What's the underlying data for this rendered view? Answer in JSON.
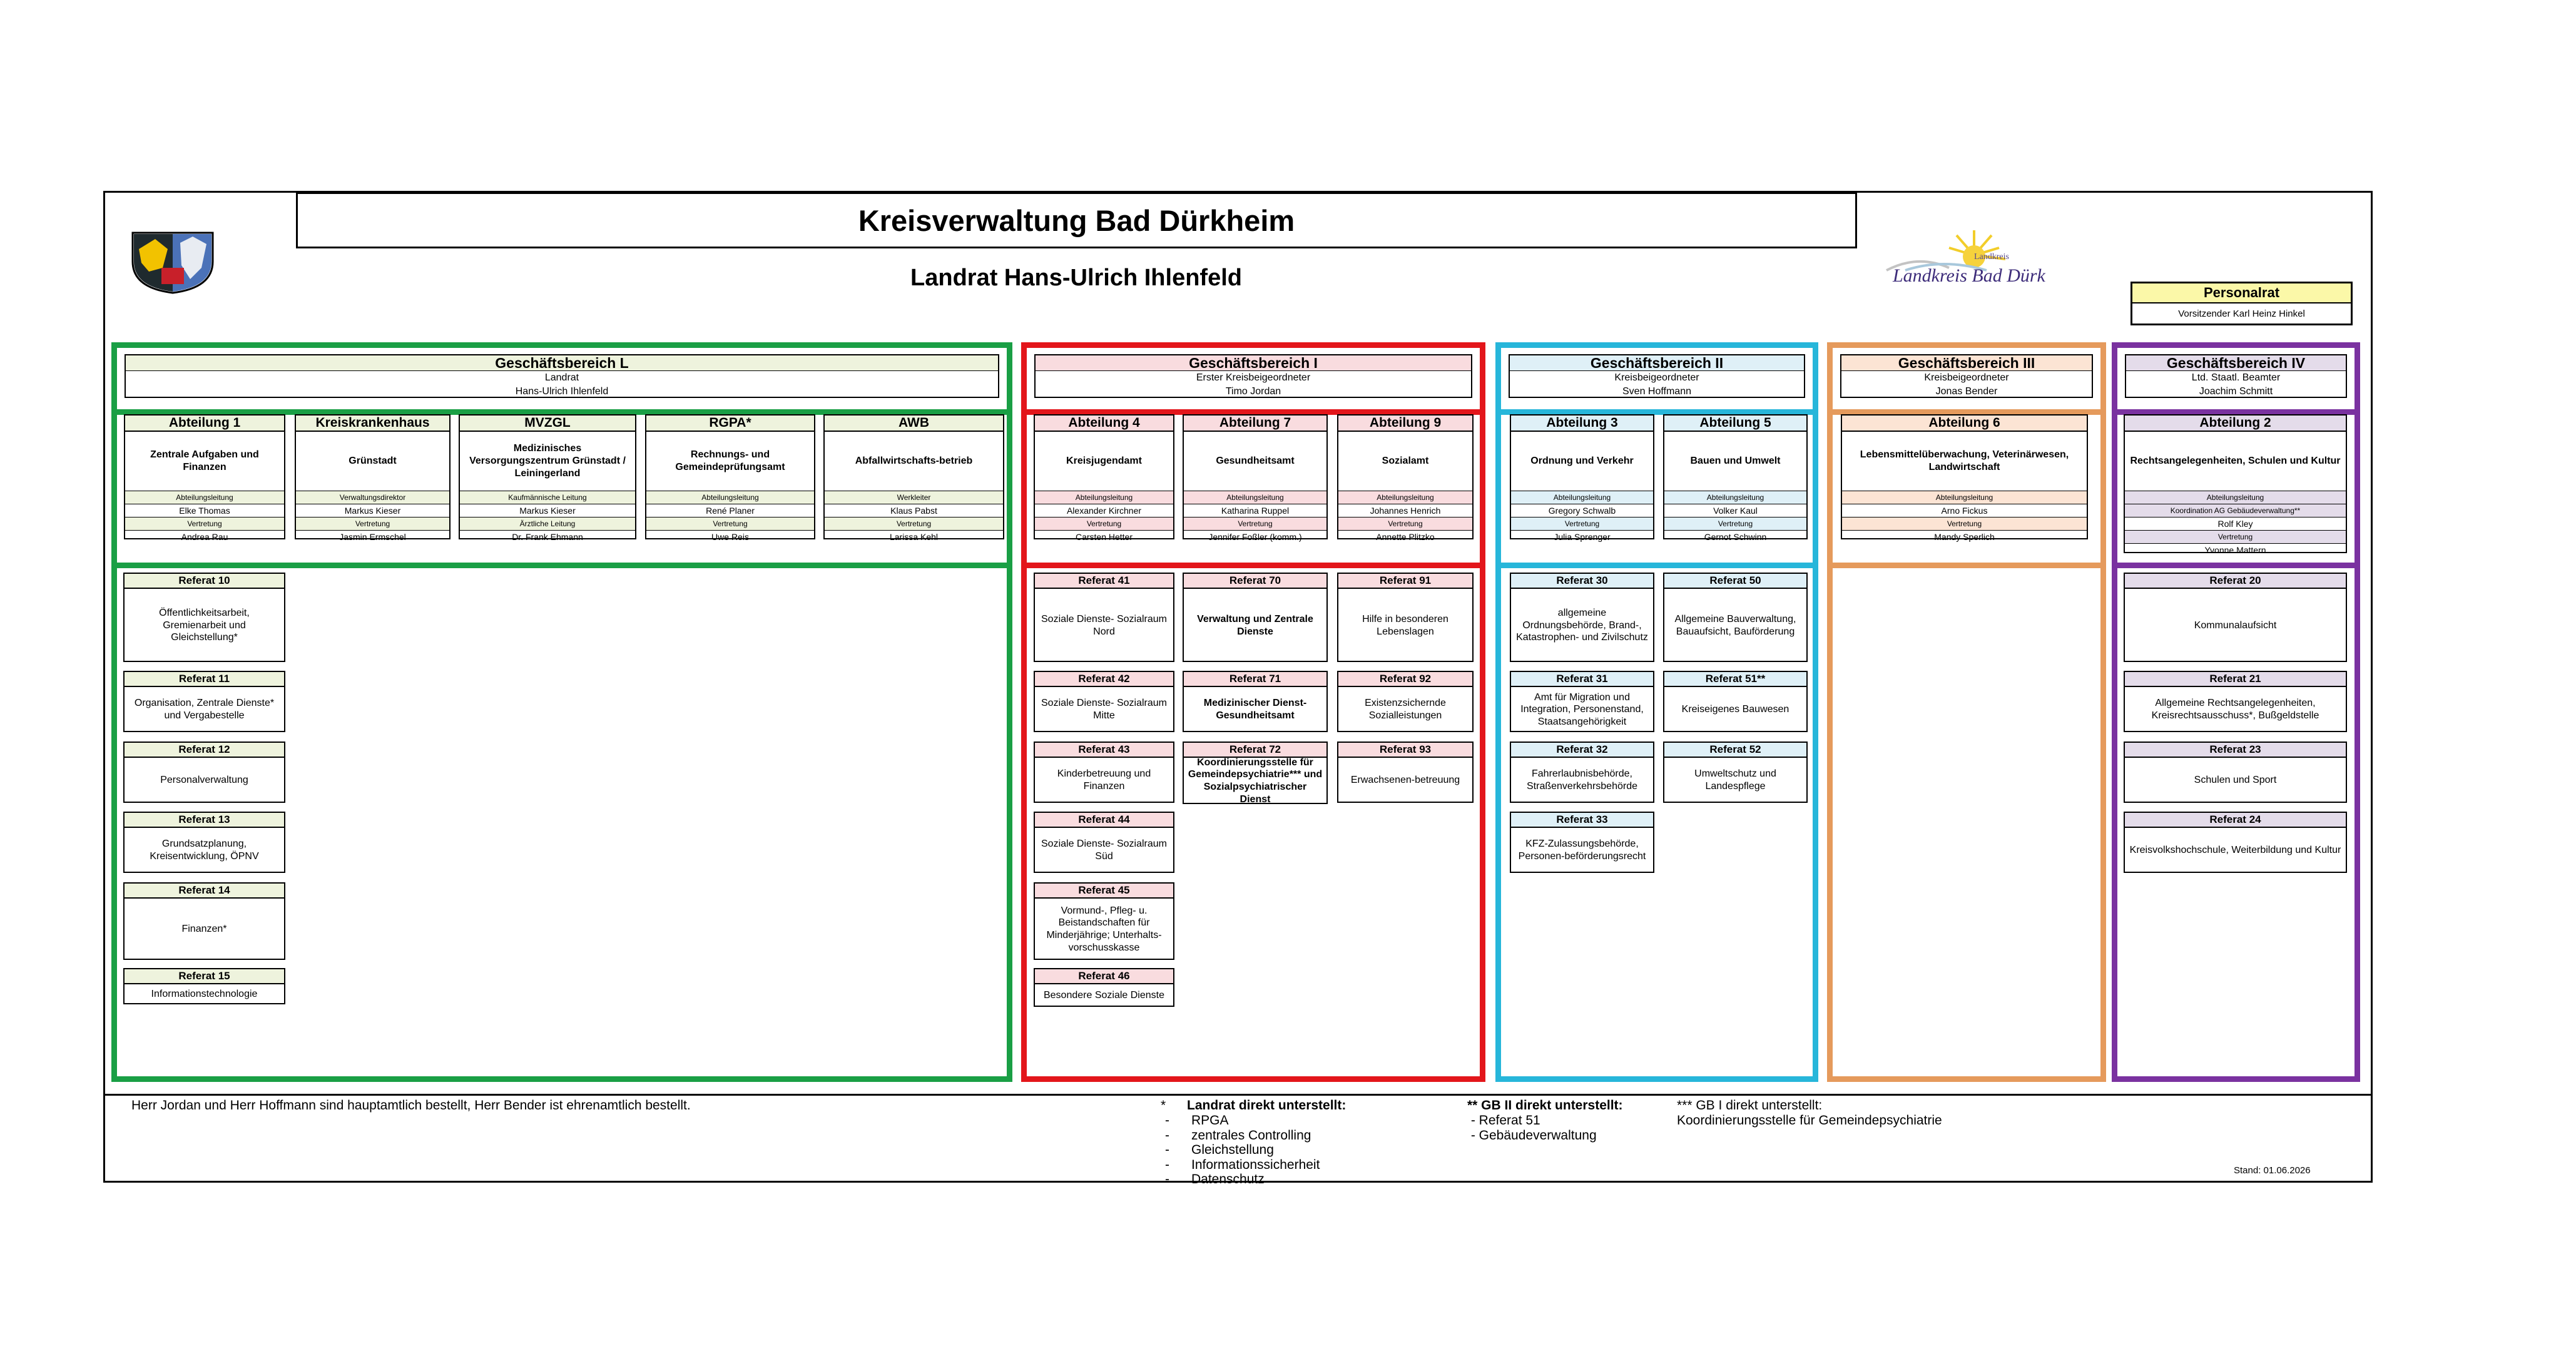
{
  "title": "Kreisverwaltung Bad Dürkheim",
  "subtitle": "Landrat Hans-Ulrich Ihlenfeld",
  "logo_text": "Landkreis Bad Dürkheim",
  "personalrat": {
    "title": "Personalrat",
    "name": "Vorsitzender Karl Heinz Hinkel"
  },
  "colors": {
    "L": "#1a9f45",
    "I": "#e3161b",
    "II": "#27b6da",
    "III": "#e59a5c",
    "IV": "#7a32a0",
    "L_fill": "#eef3dd",
    "I_fill": "#f9dcdf",
    "II_fill": "#dff0f7",
    "III_fill": "#fce4d4",
    "IV_fill": "#e4dcea"
  },
  "gb": [
    {
      "key": "L",
      "title": "Geschäftsbereich L",
      "line1": "Landrat",
      "line2": "Hans-Ulrich Ihlenfeld"
    },
    {
      "key": "I",
      "title": "Geschäftsbereich I",
      "line1": "Erster Kreisbeigeordneter",
      "line2": "Timo Jordan"
    },
    {
      "key": "II",
      "title": "Geschäftsbereich II",
      "line1": "Kreisbeigeordneter",
      "line2": "Sven Hoffmann"
    },
    {
      "key": "III",
      "title": "Geschäftsbereich III",
      "line1": "Kreisbeigeordneter",
      "line2": "Jonas Bender"
    },
    {
      "key": "IV",
      "title": "Geschäftsbereich IV",
      "line1": "Ltd. Staatl. Beamter",
      "line2": "Joachim Schmitt"
    }
  ],
  "abteilungen": [
    {
      "title": "Abteilung 1",
      "name": "Zentrale Aufgaben  und Finanzen",
      "lead_label": "Abteilungsleitung",
      "lead": "Elke Thomas",
      "dep_label": "Vertretung",
      "dep": "Andrea Rau"
    },
    {
      "title": "Kreiskrankenhaus",
      "name": "Grünstadt",
      "lead_label": "Verwaltungsdirektor",
      "lead": "Markus Kieser",
      "dep_label": "Vertretung",
      "dep": "Jasmin Ermschel"
    },
    {
      "title": "MVZGL",
      "name": "Medizinisches Versorgungszentrum Grünstadt / Leiningerland",
      "lead_label": "Kaufmännische Leitung",
      "lead": "Markus Kieser",
      "dep_label": "Ärztliche Leitung",
      "dep": "Dr. Frank Ehmann"
    },
    {
      "title": "RGPA*",
      "name": "Rechnungs- und Gemeindeprüfungsamt",
      "lead_label": "Abteilungsleitung",
      "lead": "René Planer",
      "dep_label": "Vertretung",
      "dep": "Uwe Reis"
    },
    {
      "title": "AWB",
      "name": "Abfallwirtschafts-betrieb",
      "lead_label": "Werkleiter",
      "lead": "Klaus Pabst",
      "dep_label": "Vertretung",
      "dep": "Larissa Kehl"
    },
    {
      "title": "Abteilung 4",
      "name": "Kreisjugendamt",
      "lead_label": "Abteilungsleitung",
      "lead": "Alexander Kirchner",
      "dep_label": "Vertretung",
      "dep": "Carsten Hetter"
    },
    {
      "title": "Abteilung 7",
      "name": "Gesundheitsamt",
      "lead_label": "Abteilungsleitung",
      "lead": "Katharina Ruppel",
      "dep_label": "Vertretung",
      "dep": "Jennifer Foßler (komm.)"
    },
    {
      "title": "Abteilung 9",
      "name": "Sozialamt",
      "lead_label": "Abteilungsleitung",
      "lead": "Johannes Henrich",
      "dep_label": "Vertretung",
      "dep": "Annette Plitzko"
    },
    {
      "title": "Abteilung 3",
      "name": "Ordnung und Verkehr",
      "lead_label": "Abteilungsleitung",
      "lead": "Gregory Schwalb",
      "dep_label": "Vertretung",
      "dep": "Julia Sprenger"
    },
    {
      "title": "Abteilung 5",
      "name": "Bauen und Umwelt",
      "lead_label": "Abteilungsleitung",
      "lead": "Volker Kaul",
      "dep_label": "Vertretung",
      "dep": "Gernot Schwinn"
    },
    {
      "title": "Abteilung 6",
      "name": "Lebensmittelüberwachung, Veterinärwesen, Landwirtschaft",
      "lead_label": "Abteilungsleitung",
      "lead": "Arno Fickus",
      "dep_label": "Vertretung",
      "dep": "Mandy Sperlich"
    },
    {
      "title": "Abteilung 2",
      "name": "Rechtsangelegenheiten, Schulen und Kultur",
      "lead_label": "Abteilungsleitung",
      "lead_note": "Koordination AG Gebäudeverwaltung**",
      "lead": "Rolf Kley",
      "dep_label": "Vertretung",
      "dep": "Yvonne Mattern"
    }
  ],
  "referate": [
    {
      "title": "Referat 10",
      "body": "Öffentlichkeitsarbeit, Gremienarbeit und Gleichstellung*"
    },
    {
      "title": "Referat 11",
      "body": "Organisation, Zentrale Dienste* und Vergabestelle"
    },
    {
      "title": "Referat 12",
      "body": "Personalverwaltung"
    },
    {
      "title": "Referat 13",
      "body": "Grundsatzplanung, Kreisentwicklung, ÖPNV"
    },
    {
      "title": "Referat 14",
      "body": "Finanzen*"
    },
    {
      "title": "Referat 15",
      "body": "Informationstechnologie"
    },
    {
      "title": "Referat 41",
      "body": "Soziale Dienste- Sozialraum Nord"
    },
    {
      "title": "Referat 42",
      "body": "Soziale Dienste- Sozialraum Mitte"
    },
    {
      "title": "Referat 43",
      "body": "Kinderbetreuung und Finanzen"
    },
    {
      "title": "Referat 44",
      "body": "Soziale Dienste- Sozialraum Süd"
    },
    {
      "title": "Referat 45",
      "body": "Vormund-, Pfleg- u. Beistandschaften für Minderjährige; Unterhalts-vorschusskasse"
    },
    {
      "title": "Referat 46",
      "body": "Besondere Soziale Dienste"
    },
    {
      "title": "Referat 70",
      "body": "Verwaltung und Zentrale Dienste"
    },
    {
      "title": "Referat 71",
      "body": "Medizinischer Dienst- Gesundheitsamt"
    },
    {
      "title": "Referat 72",
      "body": "Koordinierungsstelle für Gemeindepsychiatrie*** und Sozialpsychiatrischer Dienst"
    },
    {
      "title": "Referat 91",
      "body": "Hilfe in besonderen Lebenslagen"
    },
    {
      "title": "Referat 92",
      "body": "Existenzsichernde Sozialleistungen"
    },
    {
      "title": "Referat 93",
      "body": "Erwachsenen-betreuung"
    },
    {
      "title": "Referat 30",
      "body": "allgemeine Ordnungsbehörde, Brand-, Katastrophen- und Zivilschutz"
    },
    {
      "title": "Referat 31",
      "body": "Amt für Migration und Integration, Personenstand, Staatsangehörigkeit"
    },
    {
      "title": "Referat 32",
      "body": "Fahrerlaubnisbehörde, Straßenverkehrsbehörde"
    },
    {
      "title": "Referat 33",
      "body": "KFZ-Zulassungsbehörde, Personen-beförderungsrecht"
    },
    {
      "title": "Referat 50",
      "body": "Allgemeine Bauverwaltung, Bauaufsicht, Bauförderung"
    },
    {
      "title": "Referat 51**",
      "body": "Kreiseigenes Bauwesen"
    },
    {
      "title": "Referat 52",
      "body": "Umweltschutz und Landespflege"
    },
    {
      "title": "Referat 20",
      "body": "Kommunalaufsicht"
    },
    {
      "title": "Referat 21",
      "body": "Allgemeine Rechtsangelegenheiten, Kreisrechtsausschuss*, Bußgeldstelle"
    },
    {
      "title": "Referat 23",
      "body": "Schulen und Sport"
    },
    {
      "title": "Referat 24",
      "body": "Kreisvolkshochschule, Weiterbildung und Kultur"
    }
  ],
  "footer": {
    "note": "Herr Jordan und Herr Hoffmann sind hauptamtlich bestellt, Herr Bender ist ehrenamtlich bestellt.",
    "star1_marker": "*",
    "star1_head": "Landrat direkt unterstellt:",
    "star1_items": "-      RPGA\n-      zentrales Controlling\n-      Gleichstellung\n-      Informationssicherheit\n-      Datenschutz",
    "star2_head": "** GB II direkt unterstellt:",
    "star2_items": " - Referat 51\n - Gebäudeverwaltung",
    "star3_head": "*** GB I direkt unterstellt:",
    "star3_items": "Koordinierungsstelle für Gemeindepsychiatrie",
    "stand": "Stand: 01.06.2026"
  }
}
